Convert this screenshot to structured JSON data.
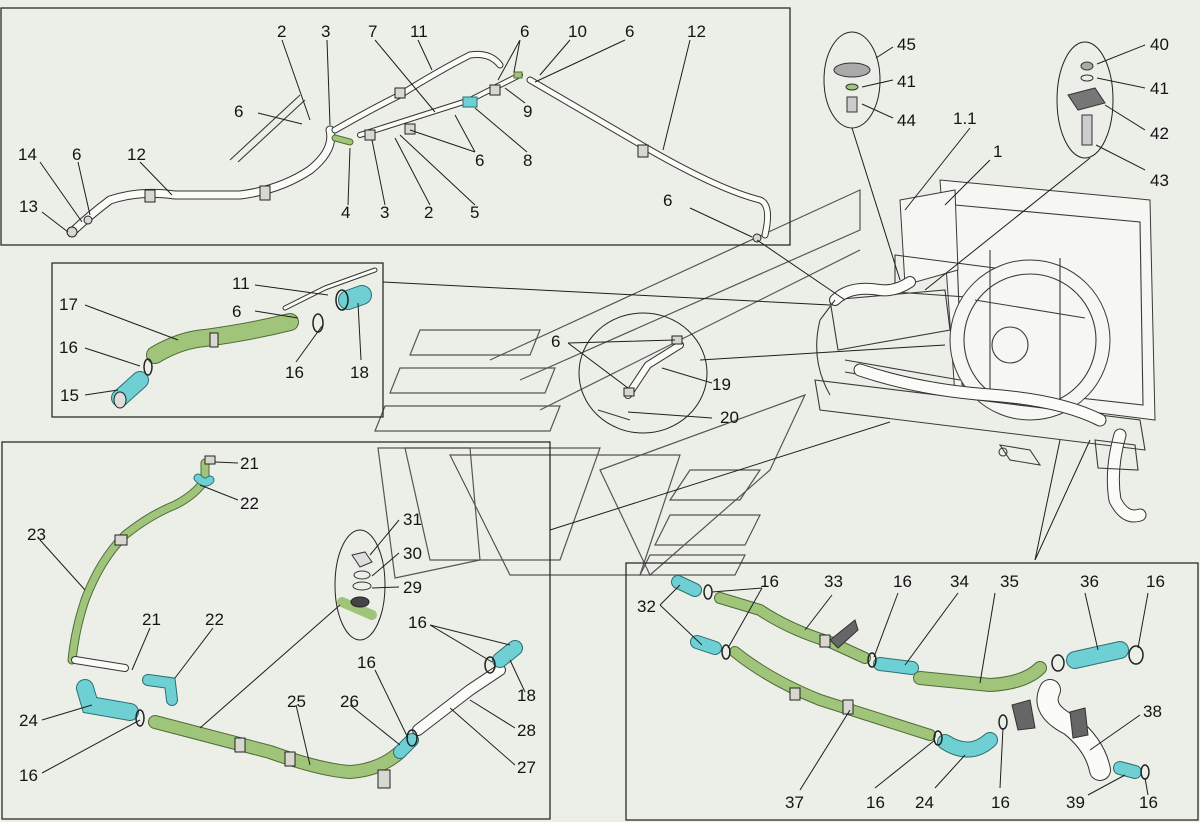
{
  "callouts": {
    "p1": [
      "2",
      "3",
      "7",
      "11",
      "6",
      "10",
      "6",
      "12",
      "6",
      "9",
      "8",
      "6",
      "5",
      "2",
      "3",
      "4",
      "14",
      "6",
      "12",
      "13",
      "6",
      "1.1",
      "1",
      "45",
      "41",
      "44",
      "40",
      "41",
      "42",
      "43"
    ],
    "p2": [
      "11",
      "6",
      "17",
      "16",
      "16",
      "18",
      "15"
    ],
    "mid": [
      "6",
      "19",
      "20"
    ],
    "p3": [
      "21",
      "22",
      "23",
      "21",
      "22",
      "24",
      "16",
      "25",
      "26",
      "16",
      "27",
      "28",
      "18",
      "16",
      "31",
      "30",
      "29"
    ],
    "p4": [
      "32",
      "16",
      "33",
      "16",
      "34",
      "35",
      "36",
      "16",
      "38",
      "37",
      "16",
      "24",
      "16",
      "39",
      "16"
    ]
  },
  "colors": {
    "hose_green": "#9fc47a",
    "hose_cyan": "#6fd0d3",
    "background": "#ecefe8",
    "line": "#1e1e1e"
  }
}
